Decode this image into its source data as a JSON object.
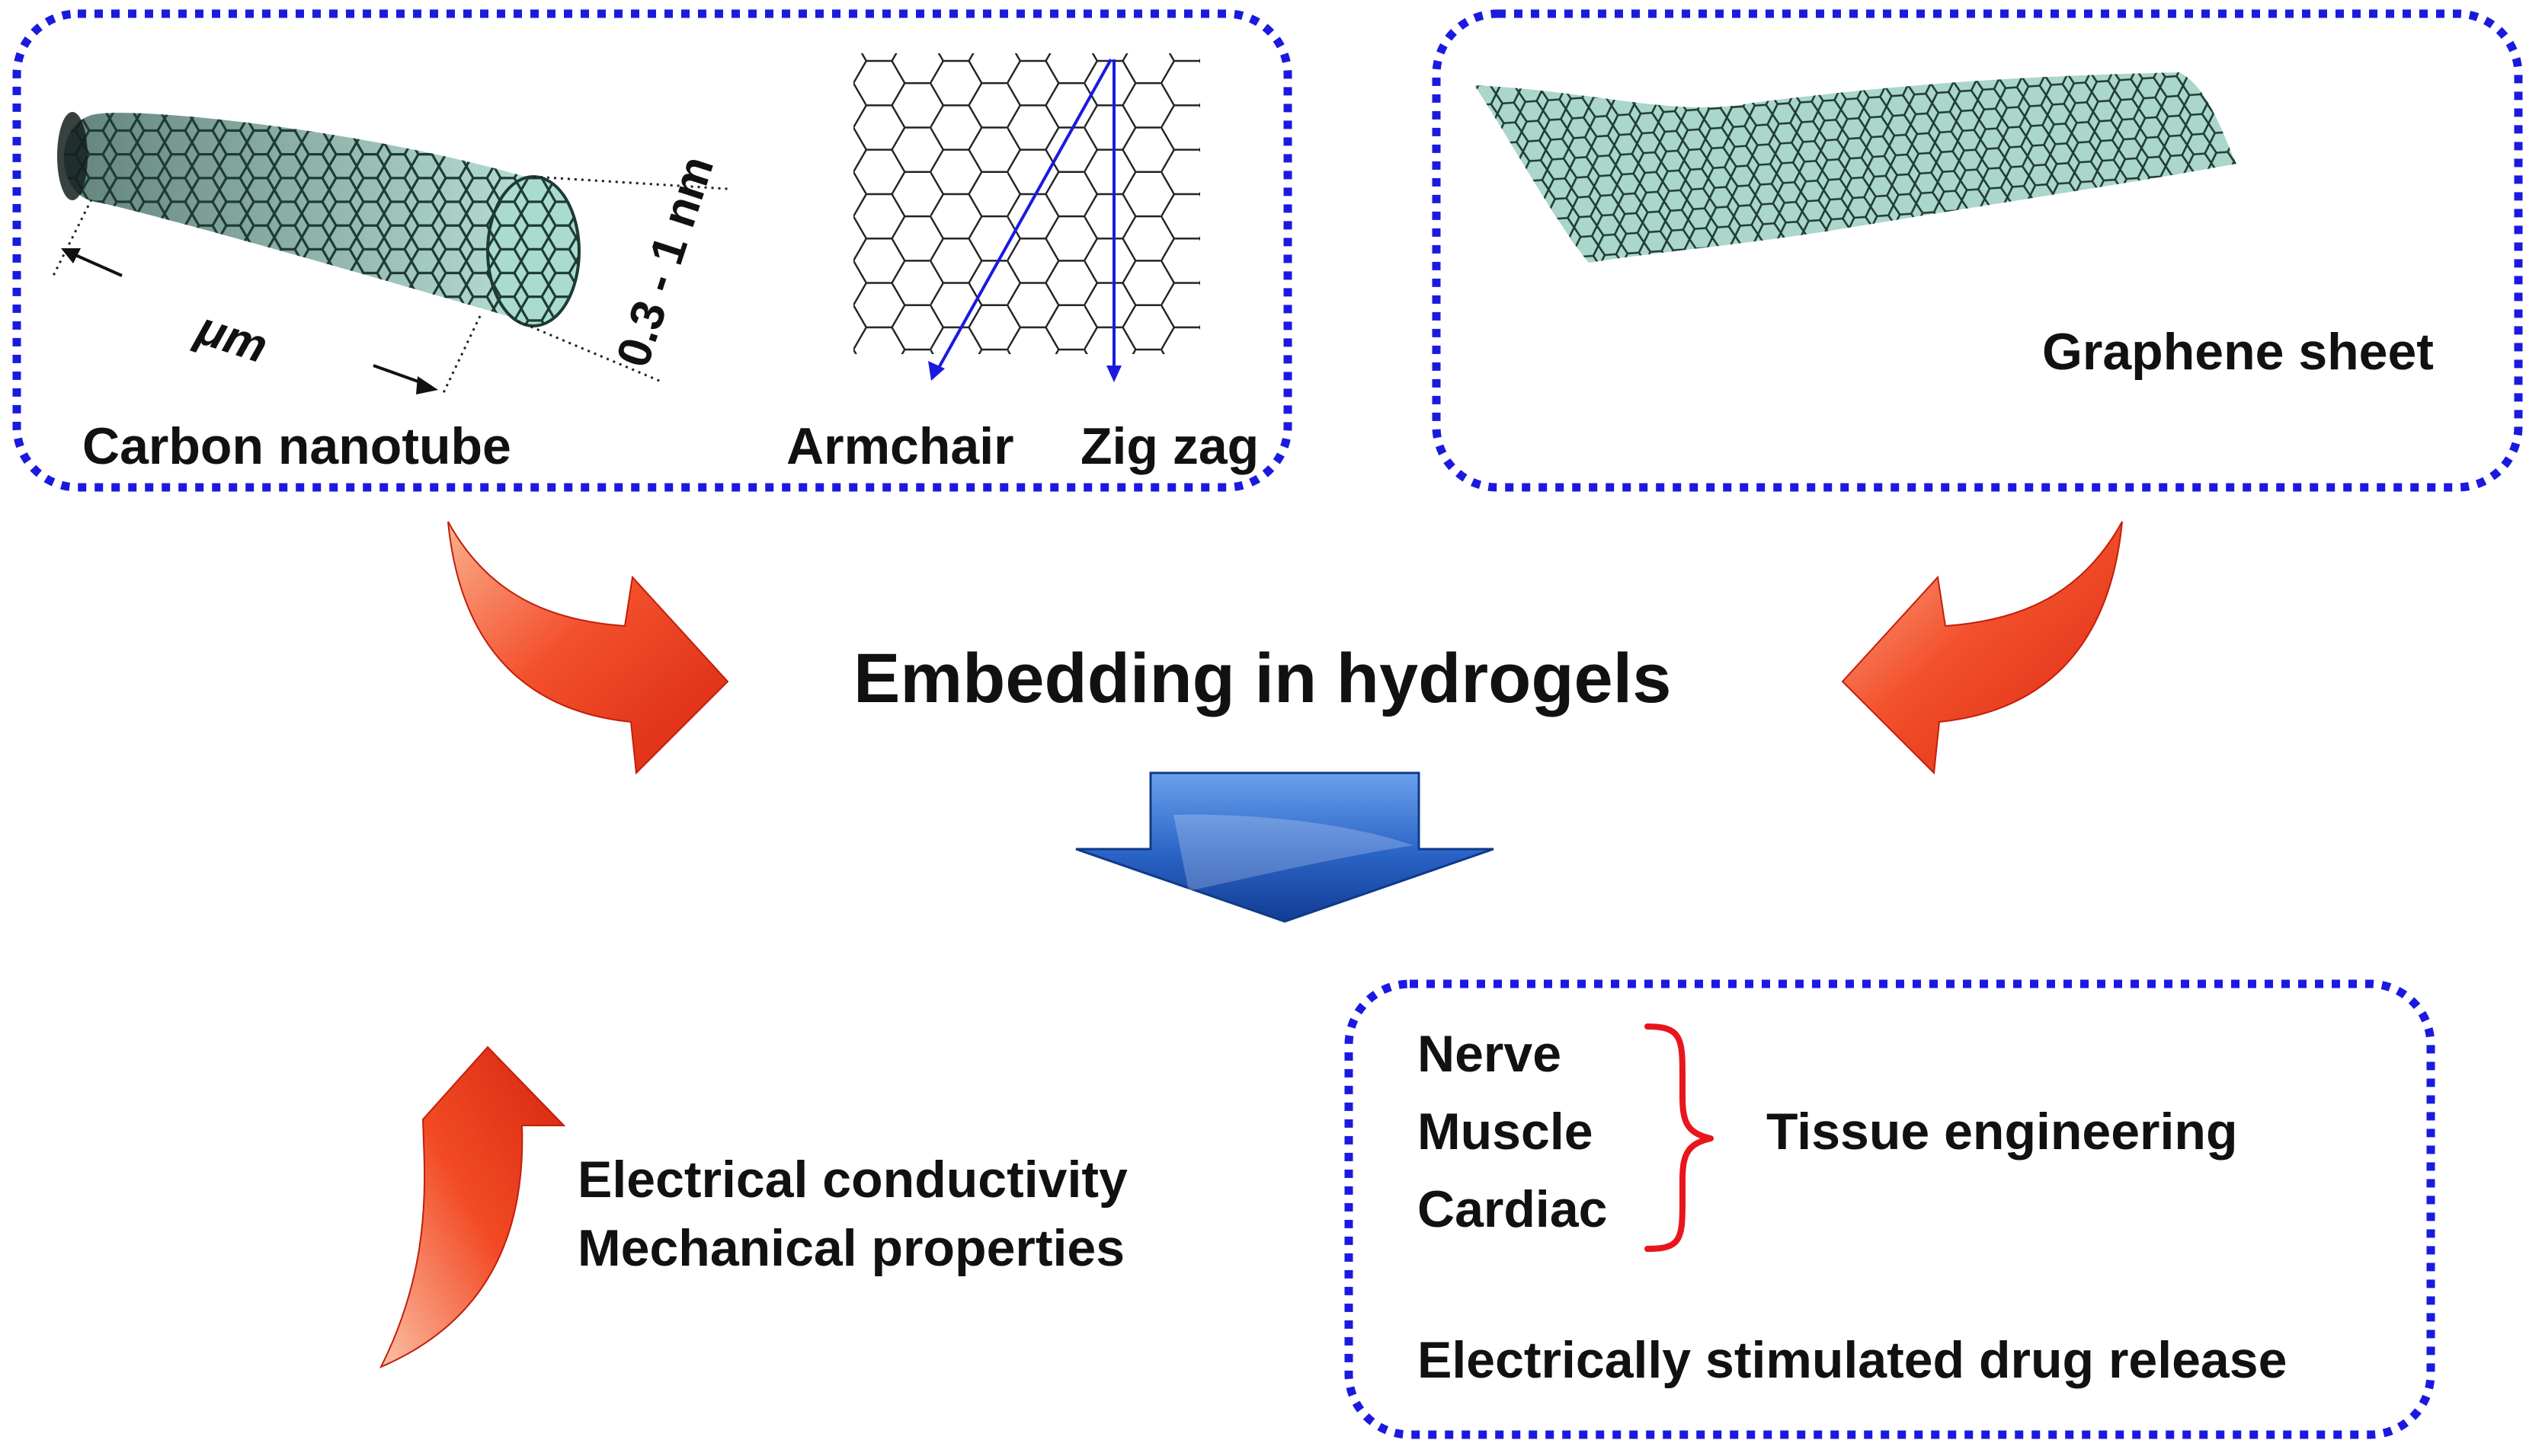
{
  "colors": {
    "box_border": "#1a1adf",
    "arrow_red": "#ee3a1f",
    "arrow_blue": "#2c63c8",
    "brace_red": "#e8161c",
    "lattice_teal": "#86c2b4",
    "lattice_line": "#1d3b34",
    "lattice_blue_line": "#1a1adf"
  },
  "icons": {
    "nanotube": "carbon-nanotube-illustration",
    "lattice": "hexagonal-lattice-diagram",
    "graphene": "graphene-sheet-illustration",
    "arrow_left": "curved-red-arrow-right-icon",
    "arrow_right": "curved-red-arrow-left-icon",
    "arrow_down": "blue-down-arrow-icon",
    "arrow_up": "curved-red-arrow-up-icon",
    "brace": "curly-brace-icon"
  },
  "nanotube_box": {
    "carbon_nanotube": "Carbon nanotube",
    "length_unit": "μm",
    "diameter": "0.3 - 1 nm",
    "armchair": "Armchair",
    "zig_zag": "Zig zag"
  },
  "graphene_box": {
    "label": "Graphene sheet"
  },
  "center": {
    "title": "Embedding in hydrogels"
  },
  "properties": {
    "line1": "Electrical conductivity",
    "line2": "Mechanical properties"
  },
  "applications": {
    "items": [
      "Nerve",
      "Muscle",
      "Cardiac"
    ],
    "group_label": "Tissue engineering",
    "drug_release": "Electrically stimulated drug release"
  }
}
